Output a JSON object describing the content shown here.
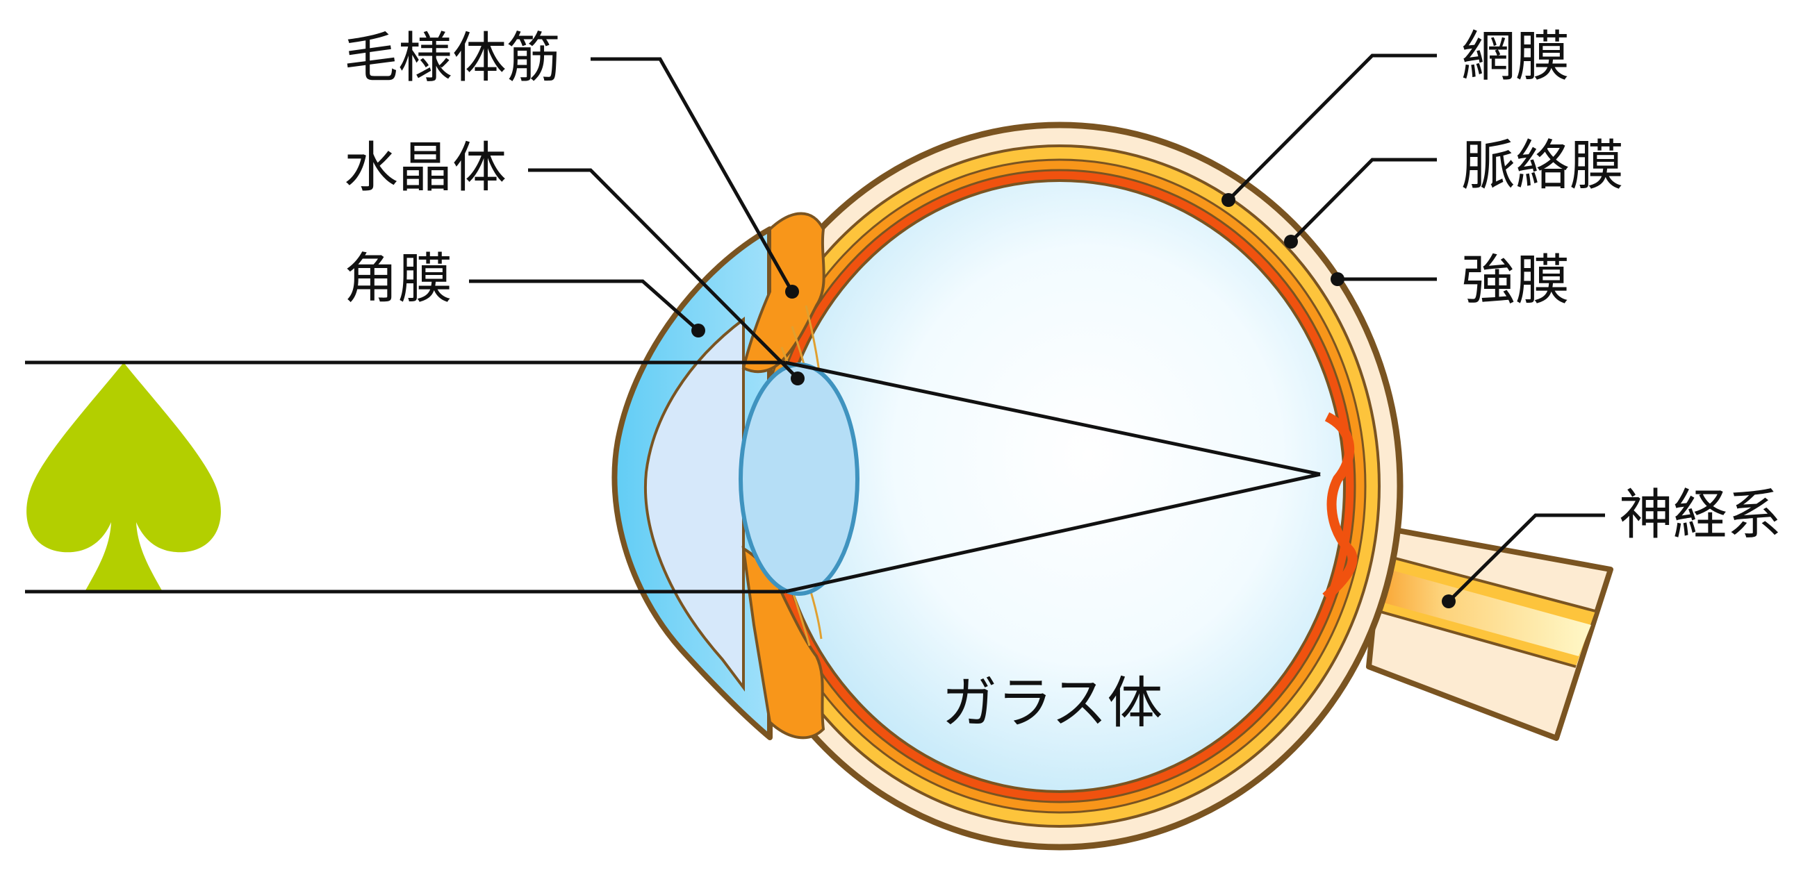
{
  "labels": {
    "ciliary_muscle": "毛様体筋",
    "lens": "水晶体",
    "cornea": "角膜",
    "retina": "網膜",
    "choroid": "脈絡膜",
    "sclera": "強膜",
    "nerve": "神経系",
    "vitreous": "ガラス体"
  },
  "colors": {
    "outline": "#7a5421",
    "sclera": "#fdebd2",
    "choroid_yellow": "#fdc43c",
    "choroid_orange": "#f8961a",
    "retina_red": "#f0520f",
    "vitreous_center": "#ffffff",
    "vitreous_edge": "#bfe7f8",
    "cornea": "#6ed3f6",
    "anterior_chamber": "#d6e8fa",
    "lens_fill": "#b5def6",
    "lens_stroke": "#3f93bf",
    "object": "#b3cf00"
  },
  "icons": {
    "object": "spade-tree-icon"
  }
}
